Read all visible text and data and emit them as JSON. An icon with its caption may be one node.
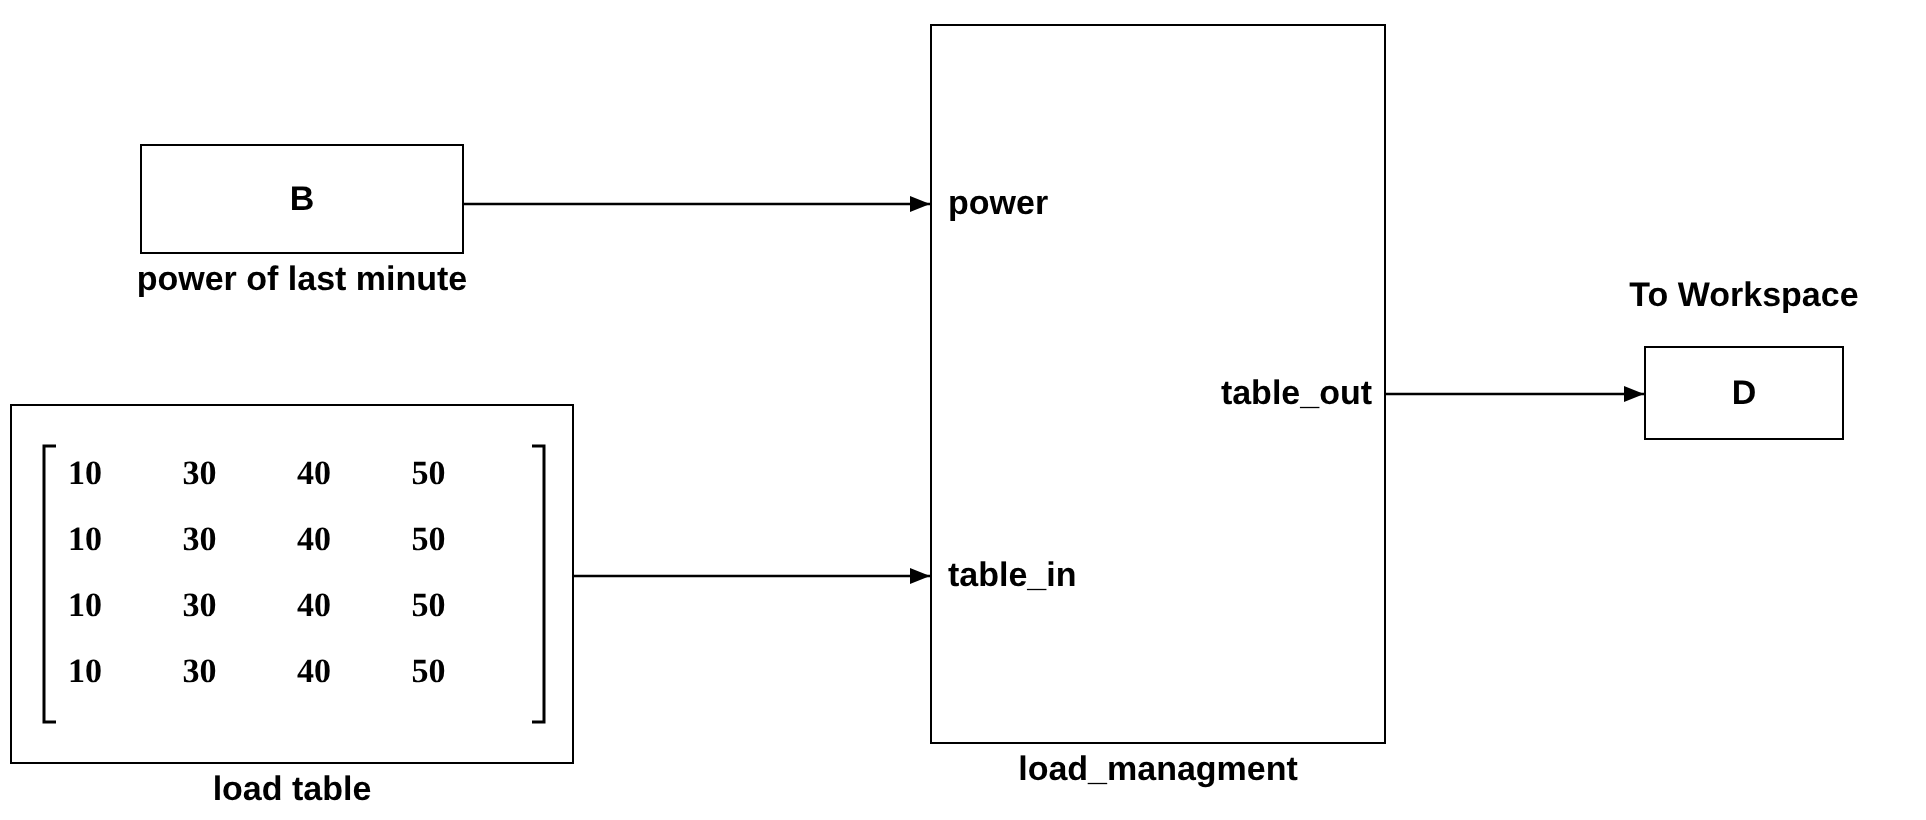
{
  "diagram": {
    "nodes": [
      {
        "text": [
          "B"
        ],
        "beside": [
          "power of last minute"
        ]
      },
      {
        "text": [
          "10 30 40 50",
          "10 30 40 50",
          "10 30 40 50",
          "10 30 40 50"
        ],
        "beside": [
          "load table"
        ]
      },
      {
        "text": [
          "power",
          "table_in",
          "table_out"
        ],
        "beside": [
          "load_managment"
        ]
      },
      {
        "text": [
          "D"
        ],
        "beside": [
          "To Workspace"
        ]
      }
    ],
    "edges": [
      {
        "from": 0,
        "to": 2,
        "arrow": "to"
      },
      {
        "from": 1,
        "to": 2,
        "arrow": "to"
      },
      {
        "from": 2,
        "to": 3,
        "arrow": "to"
      }
    ]
  }
}
